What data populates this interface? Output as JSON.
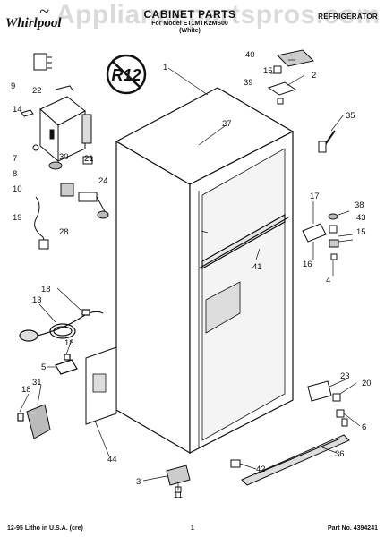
{
  "header": {
    "brand": "Whirlpool",
    "title": "CABINET PARTS",
    "model": "For Model ET1MTK2MS00",
    "variant": "(White)",
    "category": "REFRIGERATOR",
    "watermark": "Appliancepartspros.com"
  },
  "badge": {
    "text": "R12"
  },
  "callouts": [
    "1",
    "2",
    "3",
    "4",
    "5",
    "6",
    "7",
    "8",
    "9",
    "10",
    "11",
    "13",
    "14",
    "15",
    "15",
    "16",
    "17",
    "18",
    "18",
    "18",
    "19",
    "20",
    "21",
    "22",
    "23",
    "24",
    "27",
    "28",
    "30",
    "31",
    "35",
    "36",
    "38",
    "39",
    "40",
    "41",
    "42",
    "43",
    "44"
  ],
  "footer": {
    "print_info": "12-95 Litho in U.S.A. (cre)",
    "page": "1",
    "part_number": "Part No. 4394241"
  }
}
